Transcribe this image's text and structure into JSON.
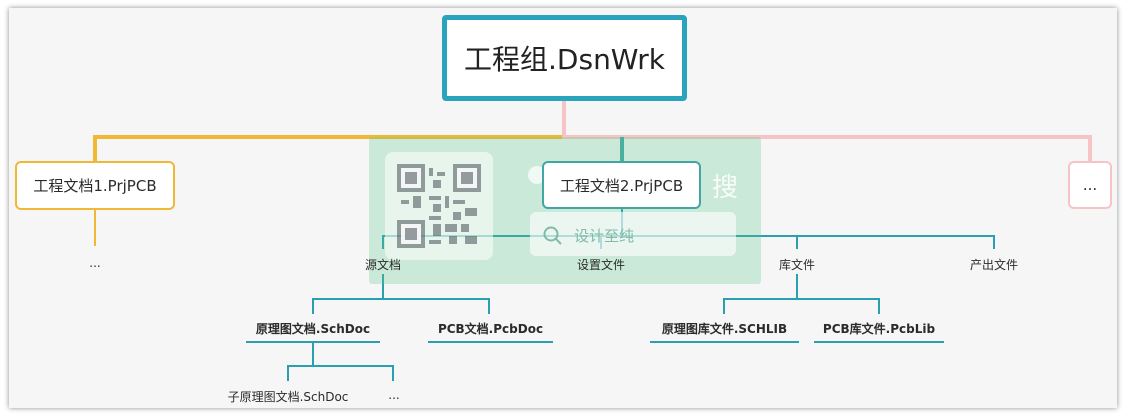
{
  "root": {
    "label": "工程组.DsnWrk"
  },
  "projects": [
    {
      "label": "工程文档1.PrjPCB"
    },
    {
      "label": "工程文档2.PrjPCB"
    },
    {
      "label": "..."
    }
  ],
  "project1_children": {
    "ellipsis": "..."
  },
  "categories": [
    {
      "label": "源文档"
    },
    {
      "label": "设置文件"
    },
    {
      "label": "库文件"
    },
    {
      "label": "产出文件"
    }
  ],
  "source_docs": [
    {
      "label": "原理图文档.SchDoc"
    },
    {
      "label": "PCB文档.PcbDoc"
    }
  ],
  "library_docs": [
    {
      "label": "原理图库文件.SCHLIB"
    },
    {
      "label": "PCB库文件.PcbLib"
    }
  ],
  "schematic_children": [
    {
      "label": "子原理图文档.SchDoc"
    },
    {
      "label": "..."
    }
  ],
  "watermark": {
    "search_char": "搜",
    "placeholder": "设计至纯"
  },
  "colors": {
    "root_border": "#2aa4bd",
    "project1_branch": "#f0b834",
    "project2_branch": "#42a6a6",
    "project3_branch": "#f6c4c4",
    "leaf_lines": "#2a9fb0"
  },
  "icons": [
    "qr-code-icon",
    "search-icon"
  ]
}
